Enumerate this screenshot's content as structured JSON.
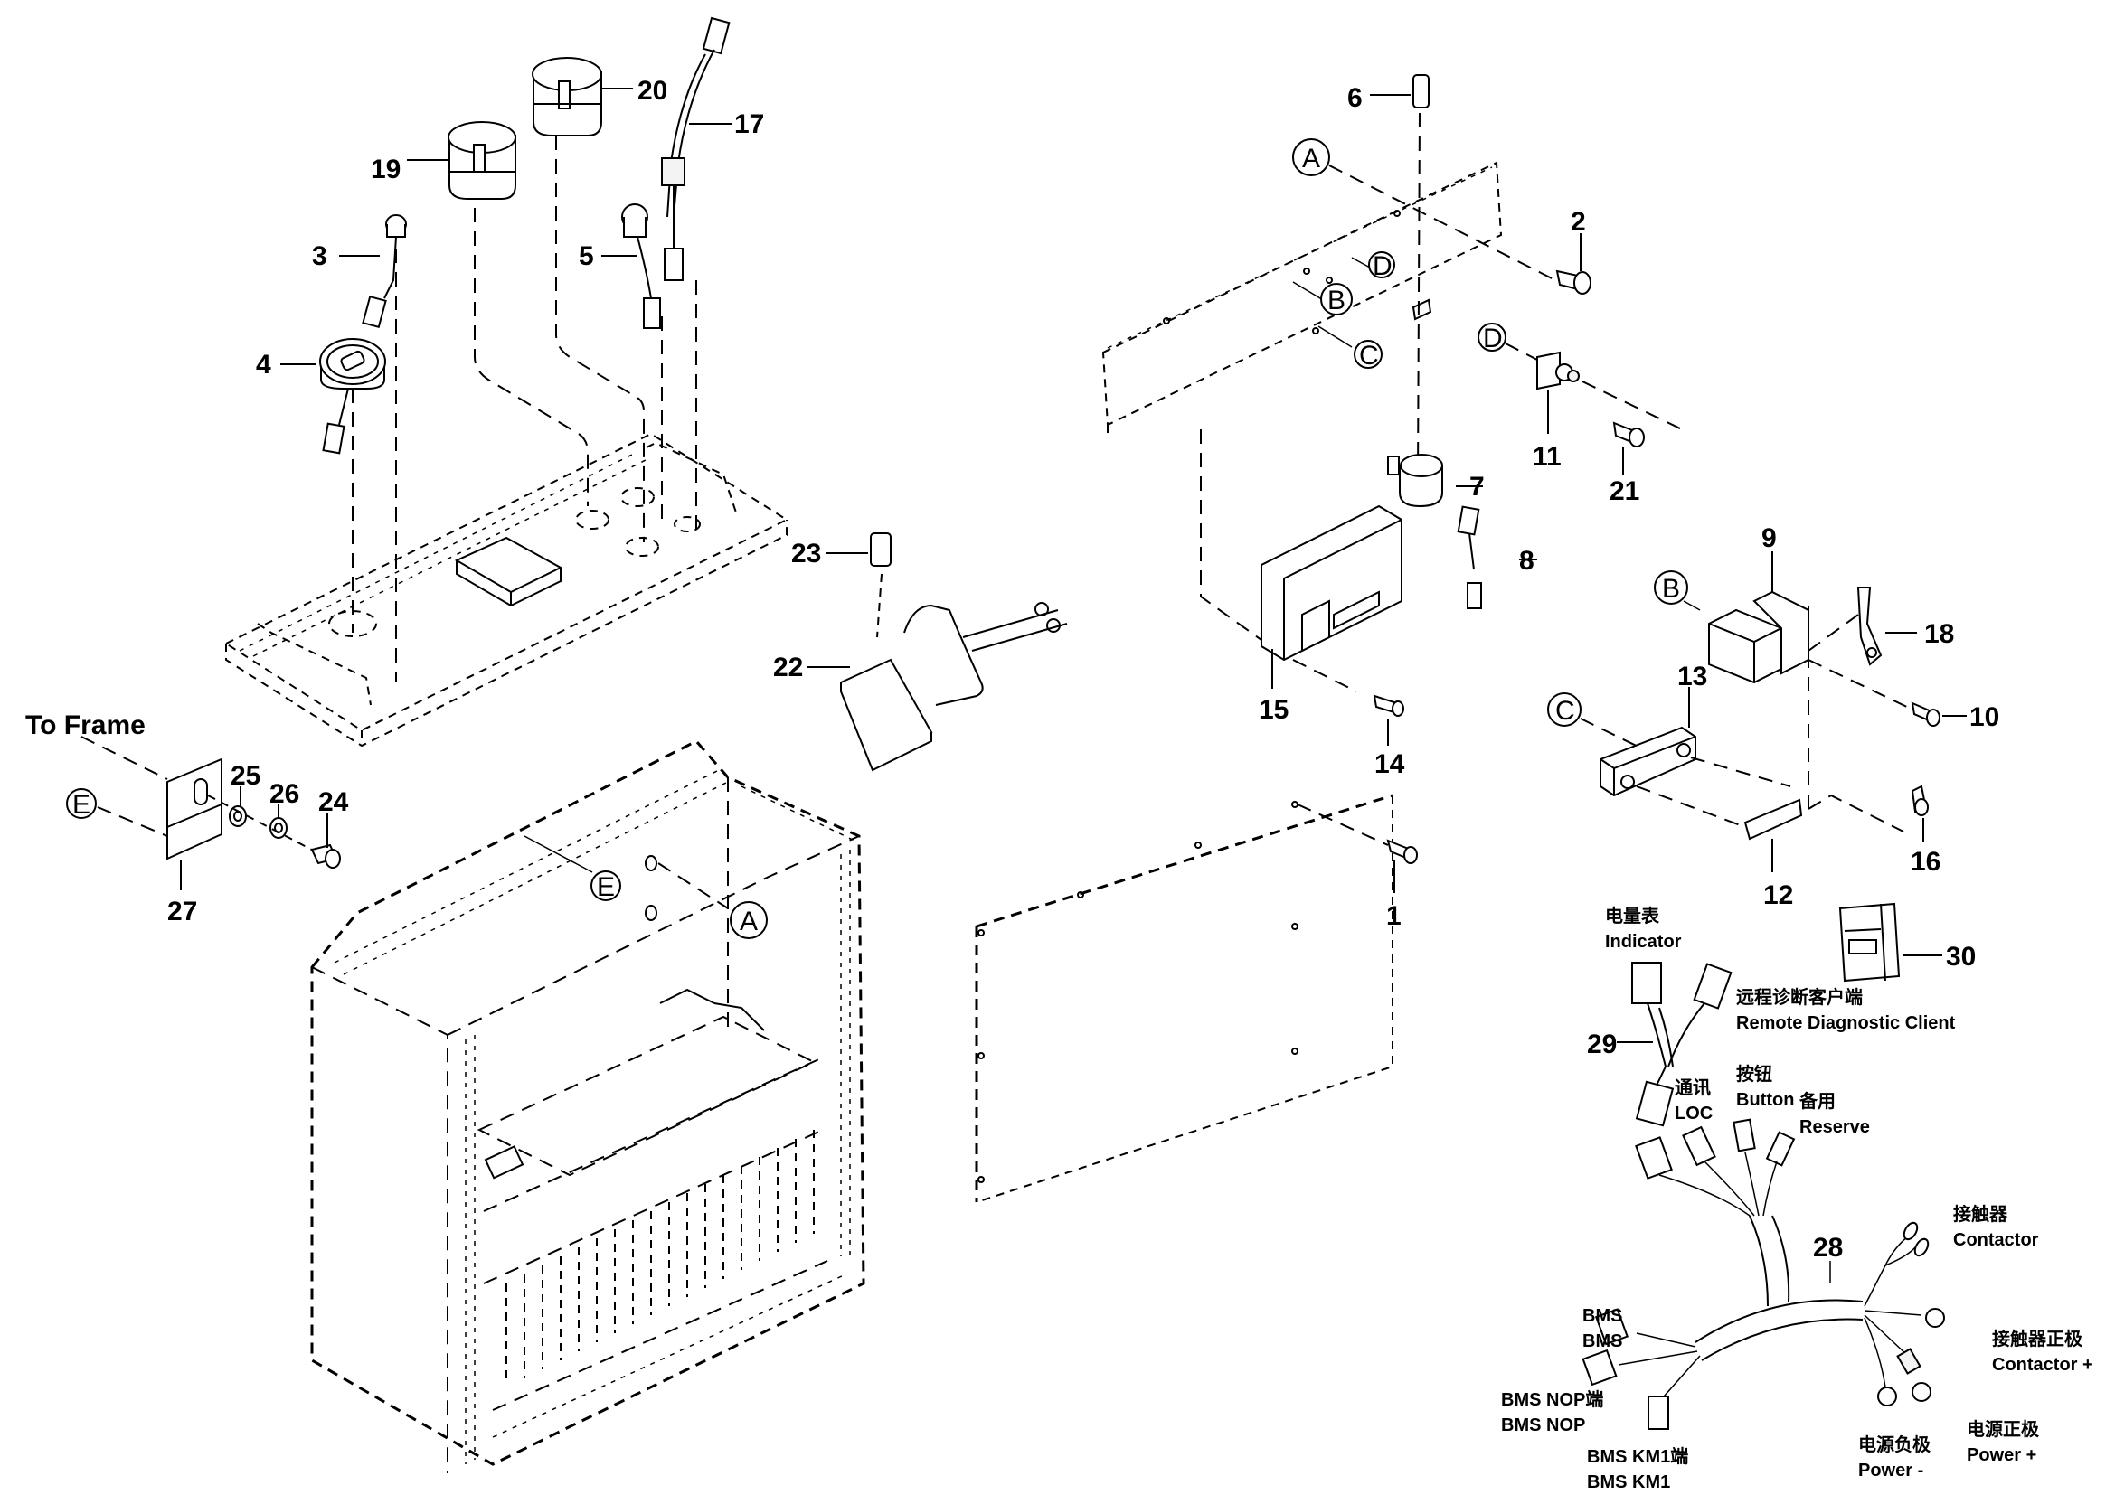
{
  "title": "Battery box exploded parts diagram",
  "parts": {
    "p1": "1",
    "p2": "2",
    "p3": "3",
    "p4": "4",
    "p5": "5",
    "p6": "6",
    "p7": "7",
    "p8": "8",
    "p9": "9",
    "p10": "10",
    "p11": "11",
    "p12": "12",
    "p13": "13",
    "p14": "14",
    "p15": "15",
    "p16": "16",
    "p17": "17",
    "p18": "18",
    "p19": "19",
    "p20": "20",
    "p21": "21",
    "p22": "22",
    "p23": "23",
    "p24": "24",
    "p25": "25",
    "p26": "26",
    "p27": "27",
    "p28": "28",
    "p29": "29",
    "p30": "30"
  },
  "callouts": {
    "A": "A",
    "B": "B",
    "C": "C",
    "D": "D",
    "E": "E"
  },
  "notes": {
    "to_frame": "To Frame"
  },
  "harness29": {
    "indicator_cn": "电量表",
    "indicator_en": "Indicator",
    "remote_cn": "远程诊断客户端",
    "remote_en": "Remote Diagnostic Client",
    "loc_cn": "通讯",
    "loc_en": "LOC",
    "button_cn": "按钮",
    "button_en": "Button",
    "reserve_cn": "备用",
    "reserve_en": "Reserve"
  },
  "harness28": {
    "contactor_cn": "接触器",
    "contactor_en": "Contactor",
    "contactor_plus_cn": "接触器正极",
    "contactor_plus_en": "Contactor +",
    "bms_cn": "BMS",
    "bms_en": "BMS",
    "bms_nop_cn": "BMS NOP端",
    "bms_nop_en": "BMS NOP",
    "bms_km1_cn": "BMS KM1端",
    "bms_km1_en": "BMS KM1",
    "power_minus_cn": "电源负极",
    "power_minus_en": "Power -",
    "power_plus_cn": "电源正极",
    "power_plus_en": "Power +"
  }
}
